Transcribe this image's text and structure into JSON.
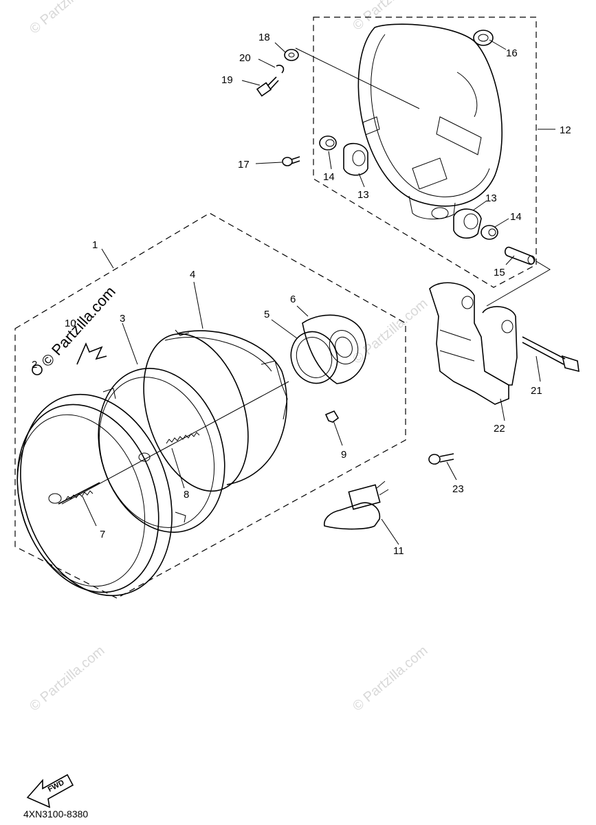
{
  "diagram": {
    "part_labels": [
      "1",
      "2",
      "3",
      "4",
      "5",
      "6",
      "7",
      "8",
      "9",
      "10",
      "11",
      "12",
      "13",
      "13",
      "14",
      "14",
      "15",
      "16",
      "17",
      "18",
      "19",
      "20",
      "21",
      "22",
      "23"
    ],
    "diagram_code": "4XN3100-8380",
    "fwd_label": "FWD",
    "watermark": "© Partzilla.com"
  }
}
